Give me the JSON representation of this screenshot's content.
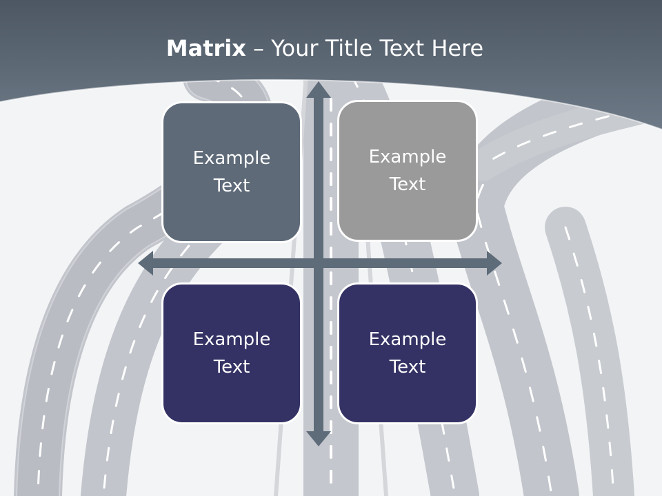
{
  "slide": {
    "title_bold": "Matrix",
    "title_rest": " – Your Title Text Here",
    "quadrants": [
      {
        "label": "Example\nText",
        "color": "#5e6a78"
      },
      {
        "label": "Example\nText",
        "color": "#9a9a9a"
      },
      {
        "label": "Example\nText",
        "color": "#343264"
      },
      {
        "label": "Example\nText",
        "color": "#343264"
      }
    ]
  },
  "colors": {
    "header": "#5d6977",
    "axis": "#5e6b78",
    "road": "#c3c6cc",
    "background": "#f3f4f6"
  }
}
